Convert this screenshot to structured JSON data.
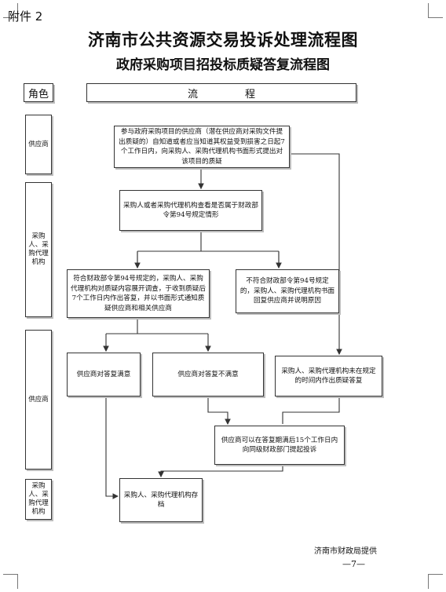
{
  "attachment_label": "附件 2",
  "title_main": "济南市公共资源交易投诉处理流程图",
  "title_sub": "政府采购项目招投标质疑答复流程图",
  "header": {
    "role": "角色",
    "flow": "流程"
  },
  "roles": [
    "供应商",
    "采购人、采购代理机构",
    "供应商",
    "采购人、采购代理机构"
  ],
  "steps": {
    "step1": "参与政府采购项目的供应商（潜在供应商对采购文件提出质疑的）自知道或者应当知道其权益受到损害之日起7个工作日内，向采购人、采购代理机构书面形式提出对该项目的质疑",
    "step2": "采购人或者采购代理机构查看是否属于财政部令第94号规定情形",
    "step3a": "符合财政部令第94号规定的，采购人、采购代理机构对质疑内容展开调查，于收到质疑后7个工作日内作出答复，并以书面形式通知质疑供应商和相关供应商",
    "step3b": "不符合财政部令第94号规定的，采购人、采购代理机构书面回复供应商并说明原因",
    "step4a": "供应商对答复满意",
    "step4b": "供应商对答复不满意",
    "step4c": "采购人、采购代理机构未在规定的时间内作出质疑答复",
    "step5": "供应商可以在答复期满后15个工作日内向同级财政部门提起投诉",
    "step6": "采购人、采购代理机构存档"
  },
  "footer": {
    "source": "济南市财政局提供",
    "page": "—7—"
  }
}
